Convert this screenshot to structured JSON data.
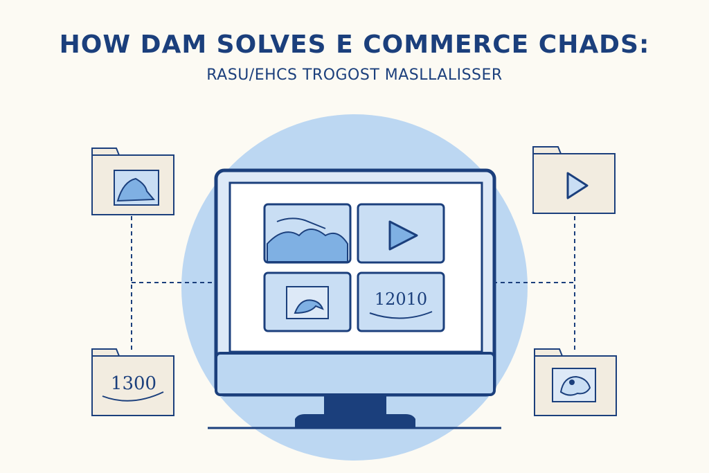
{
  "header": {
    "title": "HOW DAM SOLVES E COMMERCE CHADS:",
    "subtitle": "RASU/EHCS TROGOST MASLLALISSER"
  },
  "screen_tiles": [
    {
      "icon": "mountain-image-icon"
    },
    {
      "icon": "play-icon"
    },
    {
      "icon": "fish-image-icon"
    },
    {
      "icon": "number-card",
      "text": "12010"
    }
  ],
  "folders": [
    {
      "position": "top-left",
      "icon": "image-icon"
    },
    {
      "position": "top-right",
      "icon": "play-icon"
    },
    {
      "position": "bottom-left",
      "icon": "number-card",
      "text": "1300"
    },
    {
      "position": "bottom-right",
      "icon": "bird-image-icon"
    }
  ],
  "colors": {
    "primary": "#1b3f7c",
    "light_blue": "#bcd7f2",
    "tile_fill": "#c9def4",
    "folder_fill": "#f2ece0",
    "background": "#fcfaf3"
  }
}
